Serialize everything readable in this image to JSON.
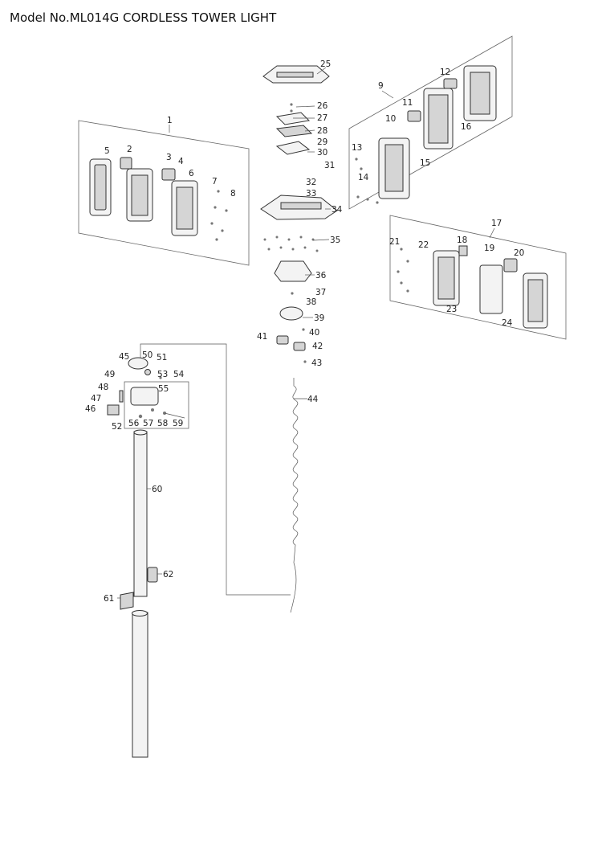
{
  "title": "Model No.ML014G CORDLESS TOWER LIGHT",
  "callouts": [
    "1",
    "2",
    "3",
    "4",
    "5",
    "6",
    "7",
    "8",
    "9",
    "10",
    "11",
    "12",
    "13",
    "14",
    "15",
    "16",
    "17",
    "18",
    "19",
    "20",
    "21",
    "22",
    "23",
    "24",
    "25",
    "26",
    "27",
    "28",
    "29",
    "30",
    "31",
    "32",
    "33",
    "34",
    "35",
    "36",
    "37",
    "38",
    "39",
    "40",
    "41",
    "42",
    "43",
    "44",
    "45",
    "46",
    "47",
    "48",
    "49",
    "50",
    "51",
    "52",
    "53",
    "54",
    "55",
    "56",
    "57",
    "58",
    "59",
    "60",
    "61",
    "62"
  ]
}
